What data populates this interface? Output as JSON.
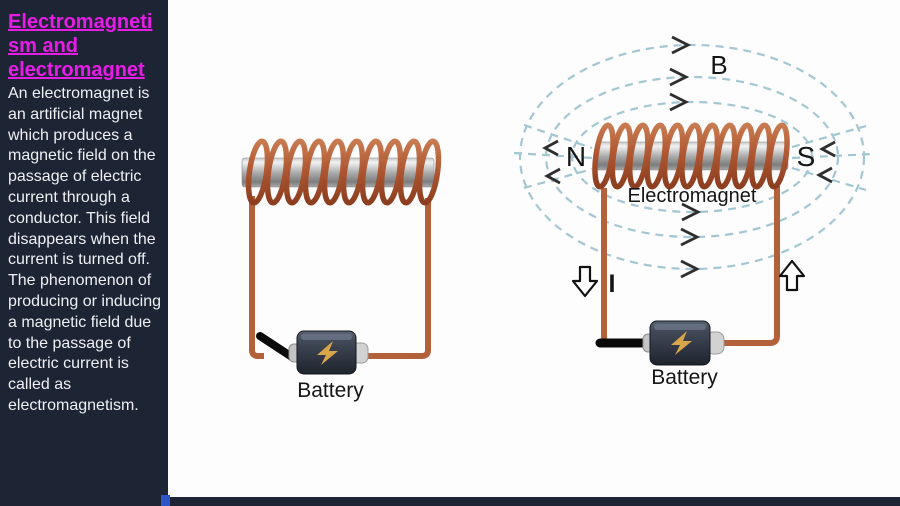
{
  "slide": {
    "title": "Electromagnetism and electromagnet",
    "body": "An electromagnet is an artificial magnet which produces a magnetic field on the passage of electric current through a conductor. This field disappears when the current is turned off. The phenomenon of producing or inducing a magnetic field due to the passage of electric current is called as electromagnetism.",
    "colors": {
      "background": "#1d2433",
      "panel": "#fdfdfe",
      "title_magenta": "#e81ce8",
      "body_text": "#eef0f3",
      "label_text": "#151515",
      "copper_wire": "#b05a33",
      "iron_core_gray": "#9b9b9b",
      "field_line_blue": "#a3c6d3",
      "battery_body": "#2b3240",
      "bolt_gold": "#d9a54a",
      "accent_blue": "#2e54c9"
    }
  },
  "diagram_simple": {
    "battery_label": "Battery"
  },
  "diagram_field": {
    "field_label": "B",
    "north_label": "N",
    "south_label": "S",
    "coil_label": "Electromagnet",
    "current_label": "I",
    "battery_label": "Battery"
  }
}
